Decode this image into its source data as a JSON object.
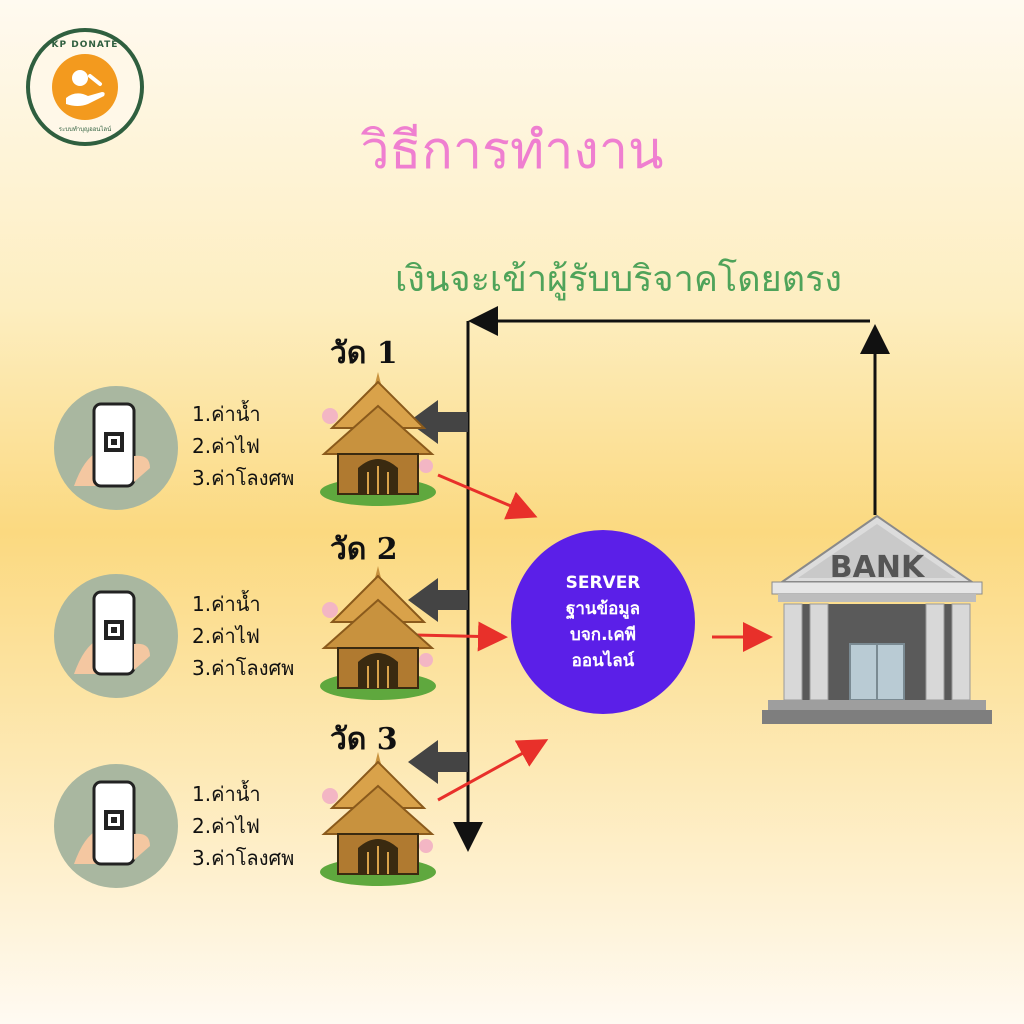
{
  "logo": {
    "top_text": "KP DONATE",
    "bottom_text": "ระบบทำบุญออนไลน์"
  },
  "title": "วิธีการทำงาน",
  "subtitle": "เงินจะเข้าผู้รับบริจาคโดยตรง",
  "temples": [
    {
      "label": "วัด 1",
      "fees": [
        "1.ค่าน้ำ",
        "2.ค่าไฟ",
        "3.ค่าโลงศพ"
      ]
    },
    {
      "label": "วัด 2",
      "fees": [
        "1.ค่าน้ำ",
        "2.ค่าไฟ",
        "3.ค่าโลงศพ"
      ]
    },
    {
      "label": "วัด 3",
      "fees": [
        "1.ค่าน้ำ",
        "2.ค่าไฟ",
        "3.ค่าโลงศพ"
      ]
    }
  ],
  "server": {
    "lines": [
      "SERVER",
      "ฐานข้อมูล",
      "บจก.เคพี",
      "ออนไลน์"
    ]
  },
  "bank": {
    "label": "BANK"
  },
  "colors": {
    "title": "#ef7fd0",
    "subtitle": "#4fa35a",
    "server": "#5b1fe8",
    "red_arrow": "#e8302a",
    "gray_arrow": "#444444",
    "phone_circle": "#a9b7a0",
    "temple_gold": "#c8923e"
  }
}
